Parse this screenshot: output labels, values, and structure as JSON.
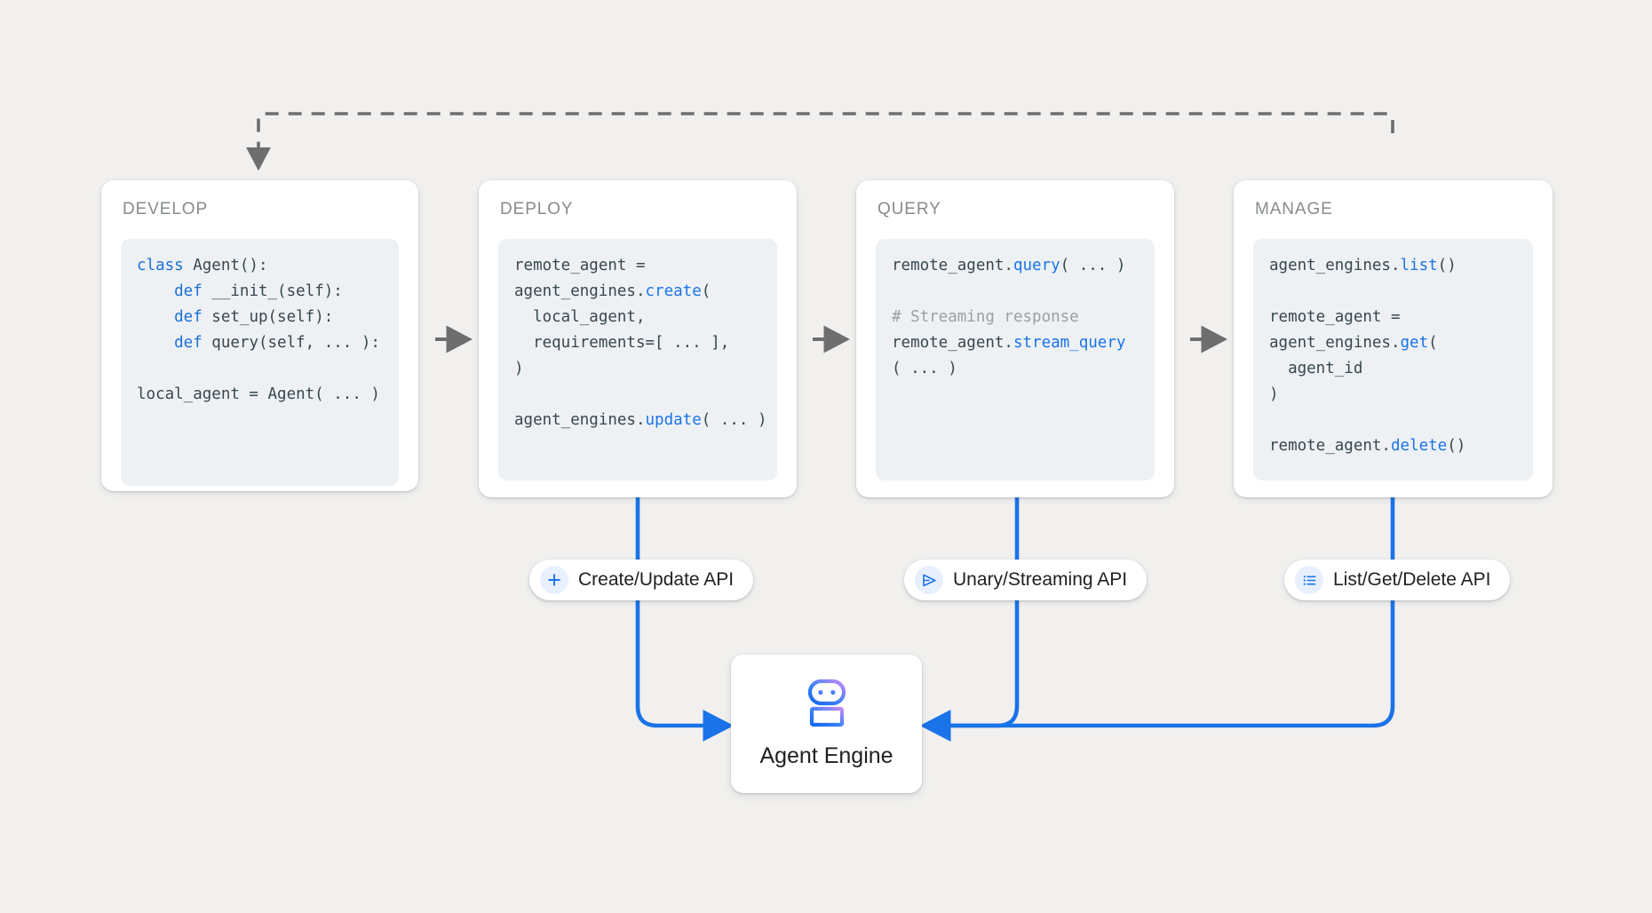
{
  "canvas": {
    "background": "#f1f0ee",
    "accent_blue": "#1a73e8",
    "flow_arrow_gray": "#6e6e6e",
    "code_bg": "#eef1f4"
  },
  "stages": [
    {
      "id": "develop",
      "title": "DEVELOP",
      "code_lines": [
        [
          {
            "t": "class ",
            "c": "kw"
          },
          {
            "t": "Agent():",
            "c": ""
          }
        ],
        [
          {
            "t": "    def ",
            "c": "kw"
          },
          {
            "t": "__init_(self):",
            "c": ""
          }
        ],
        [
          {
            "t": "    def ",
            "c": "kw"
          },
          {
            "t": "set_up(self):",
            "c": ""
          }
        ],
        [
          {
            "t": "    def ",
            "c": "kw"
          },
          {
            "t": "query(self, ... ):",
            "c": ""
          }
        ],
        [
          {
            "t": "",
            "c": ""
          }
        ],
        [
          {
            "t": "local_agent = Agent( ... )",
            "c": ""
          }
        ]
      ]
    },
    {
      "id": "deploy",
      "title": "DEPLOY",
      "code_lines": [
        [
          {
            "t": "remote_agent =",
            "c": ""
          }
        ],
        [
          {
            "t": "agent_engines.",
            "c": ""
          },
          {
            "t": "create",
            "c": "fn"
          },
          {
            "t": "(",
            "c": ""
          }
        ],
        [
          {
            "t": "  local_agent,",
            "c": ""
          }
        ],
        [
          {
            "t": "  requirements=[ ... ],",
            "c": ""
          }
        ],
        [
          {
            "t": ")",
            "c": ""
          }
        ],
        [
          {
            "t": "",
            "c": ""
          }
        ],
        [
          {
            "t": "agent_engines.",
            "c": ""
          },
          {
            "t": "update",
            "c": "fn"
          },
          {
            "t": "( ... )",
            "c": ""
          }
        ]
      ]
    },
    {
      "id": "query",
      "title": "QUERY",
      "code_lines": [
        [
          {
            "t": "remote_agent.",
            "c": ""
          },
          {
            "t": "query",
            "c": "fn"
          },
          {
            "t": "( ... )",
            "c": ""
          }
        ],
        [
          {
            "t": "",
            "c": ""
          }
        ],
        [
          {
            "t": "# Streaming response",
            "c": "cmt"
          }
        ],
        [
          {
            "t": "remote_agent.",
            "c": ""
          },
          {
            "t": "stream_query",
            "c": "fn"
          }
        ],
        [
          {
            "t": "( ... )",
            "c": ""
          }
        ]
      ]
    },
    {
      "id": "manage",
      "title": "MANAGE",
      "code_lines": [
        [
          {
            "t": "agent_engines.",
            "c": ""
          },
          {
            "t": "list",
            "c": "fn"
          },
          {
            "t": "()",
            "c": ""
          }
        ],
        [
          {
            "t": "",
            "c": ""
          }
        ],
        [
          {
            "t": "remote_agent =",
            "c": ""
          }
        ],
        [
          {
            "t": "agent_engines.",
            "c": ""
          },
          {
            "t": "get",
            "c": "fn"
          },
          {
            "t": "(",
            "c": ""
          }
        ],
        [
          {
            "t": "  agent_id",
            "c": ""
          }
        ],
        [
          {
            "t": ")",
            "c": ""
          }
        ],
        [
          {
            "t": "",
            "c": ""
          }
        ],
        [
          {
            "t": "remote_agent.",
            "c": ""
          },
          {
            "t": "delete",
            "c": "fn"
          },
          {
            "t": "()",
            "c": ""
          }
        ]
      ]
    }
  ],
  "api_pills": [
    {
      "id": "create",
      "label": "Create/Update API",
      "icon": "plus-icon"
    },
    {
      "id": "unary",
      "label": "Unary/Streaming API",
      "icon": "send-icon"
    },
    {
      "id": "list",
      "label": "List/Get/Delete API",
      "icon": "list-icon"
    }
  ],
  "agent_engine": {
    "label": "Agent Engine",
    "icon": "robot-icon",
    "icon_gradient_start": "#1a73e8",
    "icon_gradient_end": "#c58af9"
  },
  "connectors": {
    "feedback_loop_note": "dashed arrow from MANAGE back to DEVELOP",
    "stage_arrows": 3,
    "blue_arrows_into_agent_engine": 3
  }
}
